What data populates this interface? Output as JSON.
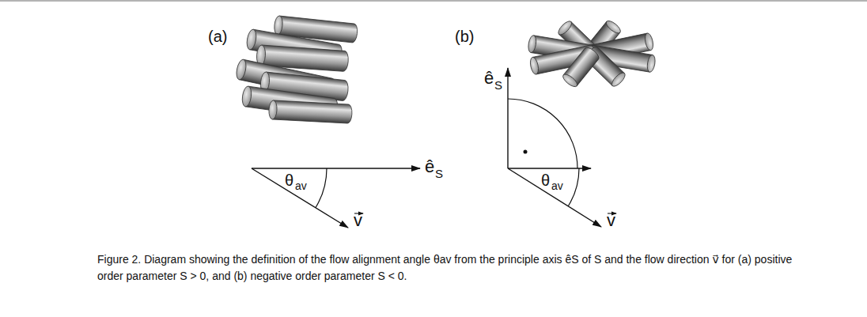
{
  "diagram": {
    "caption": "Figure 2. Diagram showing the definition of the flow alignment angle θav from the principle axis êS of S and the flow direction v⃗ for (a) positive order parameter S > 0, and (b) negative order parameter S < 0.",
    "labels": [
      "(a)",
      "(b)",
      "ê",
      "S",
      "θ",
      "av",
      "v",
      "ê",
      "S",
      "θ",
      "av",
      "v"
    ]
  }
}
